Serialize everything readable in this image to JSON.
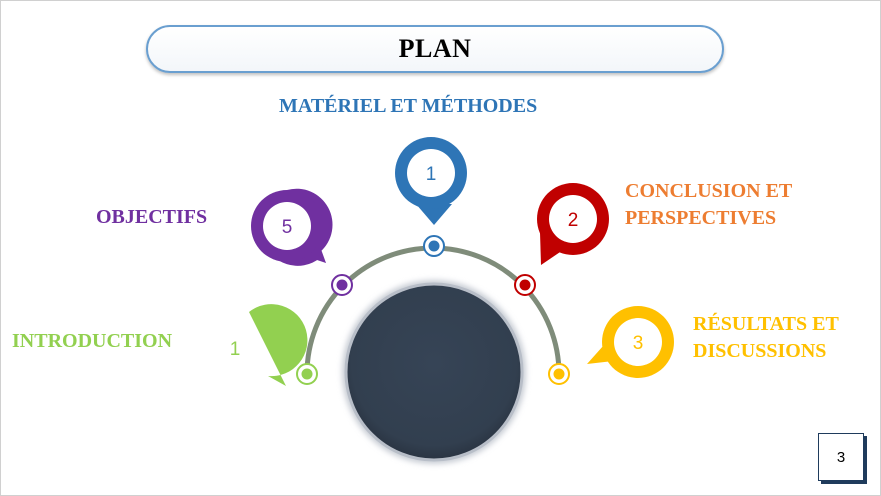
{
  "title": "PLAN",
  "page_number": "3",
  "colors": {
    "green": "#92d050",
    "purple": "#7030a0",
    "blue": "#2e75b6",
    "red": "#c00000",
    "yellow": "#ffc000",
    "orange": "#ed7d31",
    "arc": "#7f8c7a",
    "center_disk": "#323f4f"
  },
  "items": [
    {
      "key": "introduction",
      "label": "INTRODUCTION",
      "number": "1"
    },
    {
      "key": "objectifs",
      "label": "OBJECTIFS",
      "number": "5"
    },
    {
      "key": "materiel",
      "label": "MATÉRIEL ET MÉTHODES",
      "number": "1"
    },
    {
      "key": "conclusion",
      "label_lines": [
        "CONCLUSION ET",
        "PERSPECTIVES"
      ],
      "number": "2"
    },
    {
      "key": "resultats",
      "label_lines": [
        "RÉSULTATS ET",
        "DISCUSSIONS"
      ],
      "number": "3"
    }
  ]
}
